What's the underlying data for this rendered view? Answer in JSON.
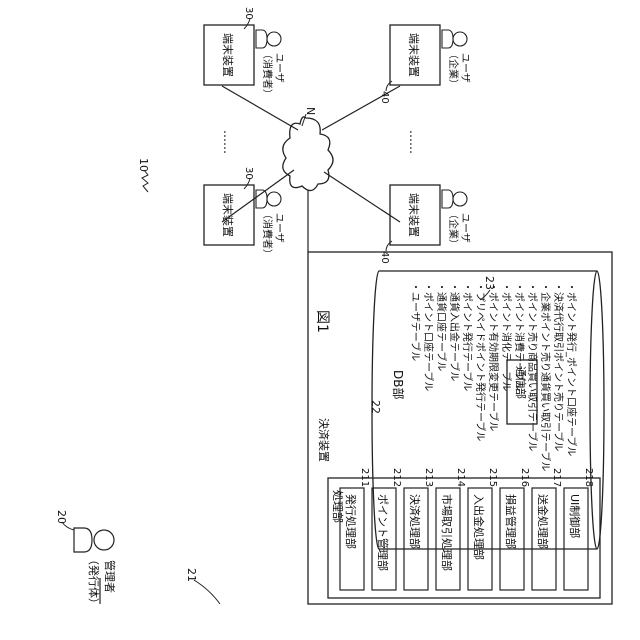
{
  "figure_label": "図1",
  "system_ref": "10",
  "network_label": "N",
  "admin": {
    "name": "管理者",
    "sub": "（発行体）",
    "ref": "20"
  },
  "settlement": {
    "title": "決済装置",
    "ref": "21"
  },
  "processing": {
    "title": "処理部",
    "units": [
      {
        "label": "発行処理部",
        "ref": "211"
      },
      {
        "label": "ポイント管理部",
        "ref": "212"
      },
      {
        "label": "決済処理部",
        "ref": "213"
      },
      {
        "label": "市場取引処理部",
        "ref": "214"
      },
      {
        "label": "入出金処理部",
        "ref": "215"
      },
      {
        "label": "損益管理部",
        "ref": "216"
      },
      {
        "label": "送金処理部",
        "ref": "217"
      },
      {
        "label": "UI制御部",
        "ref": "218"
      }
    ]
  },
  "db": {
    "title": "DB部",
    "ref": "22",
    "tables": [
      "・ユーザテーブル",
      "・ポイント口座テーブル",
      "・通貨口座テーブル",
      "・通貨入出金テーブル",
      "・ポイント発行テーブル",
      "・プリペイドポイント発行テーブル",
      "・ポイント有効期限変更テーブル",
      "・ポイント消化テーブル",
      "・ポイント消費テーブル",
      "・ポイント売り商品買い取引テーブル",
      "・企業ポイント売り通貨買い取引テーブル",
      "・決済代行取引ポイント売りテーブル",
      "・ポイント発行_ポイント口座テーブル"
    ]
  },
  "comm": {
    "label": "通信部",
    "ref": "23"
  },
  "terminals": {
    "device_label": "端末装置",
    "dots": "……",
    "consumer_ref": "30",
    "corp_ref": "40",
    "user_label": "ユーザ",
    "consumer_sub": "（消費者）",
    "corp_sub": "（企業）"
  }
}
